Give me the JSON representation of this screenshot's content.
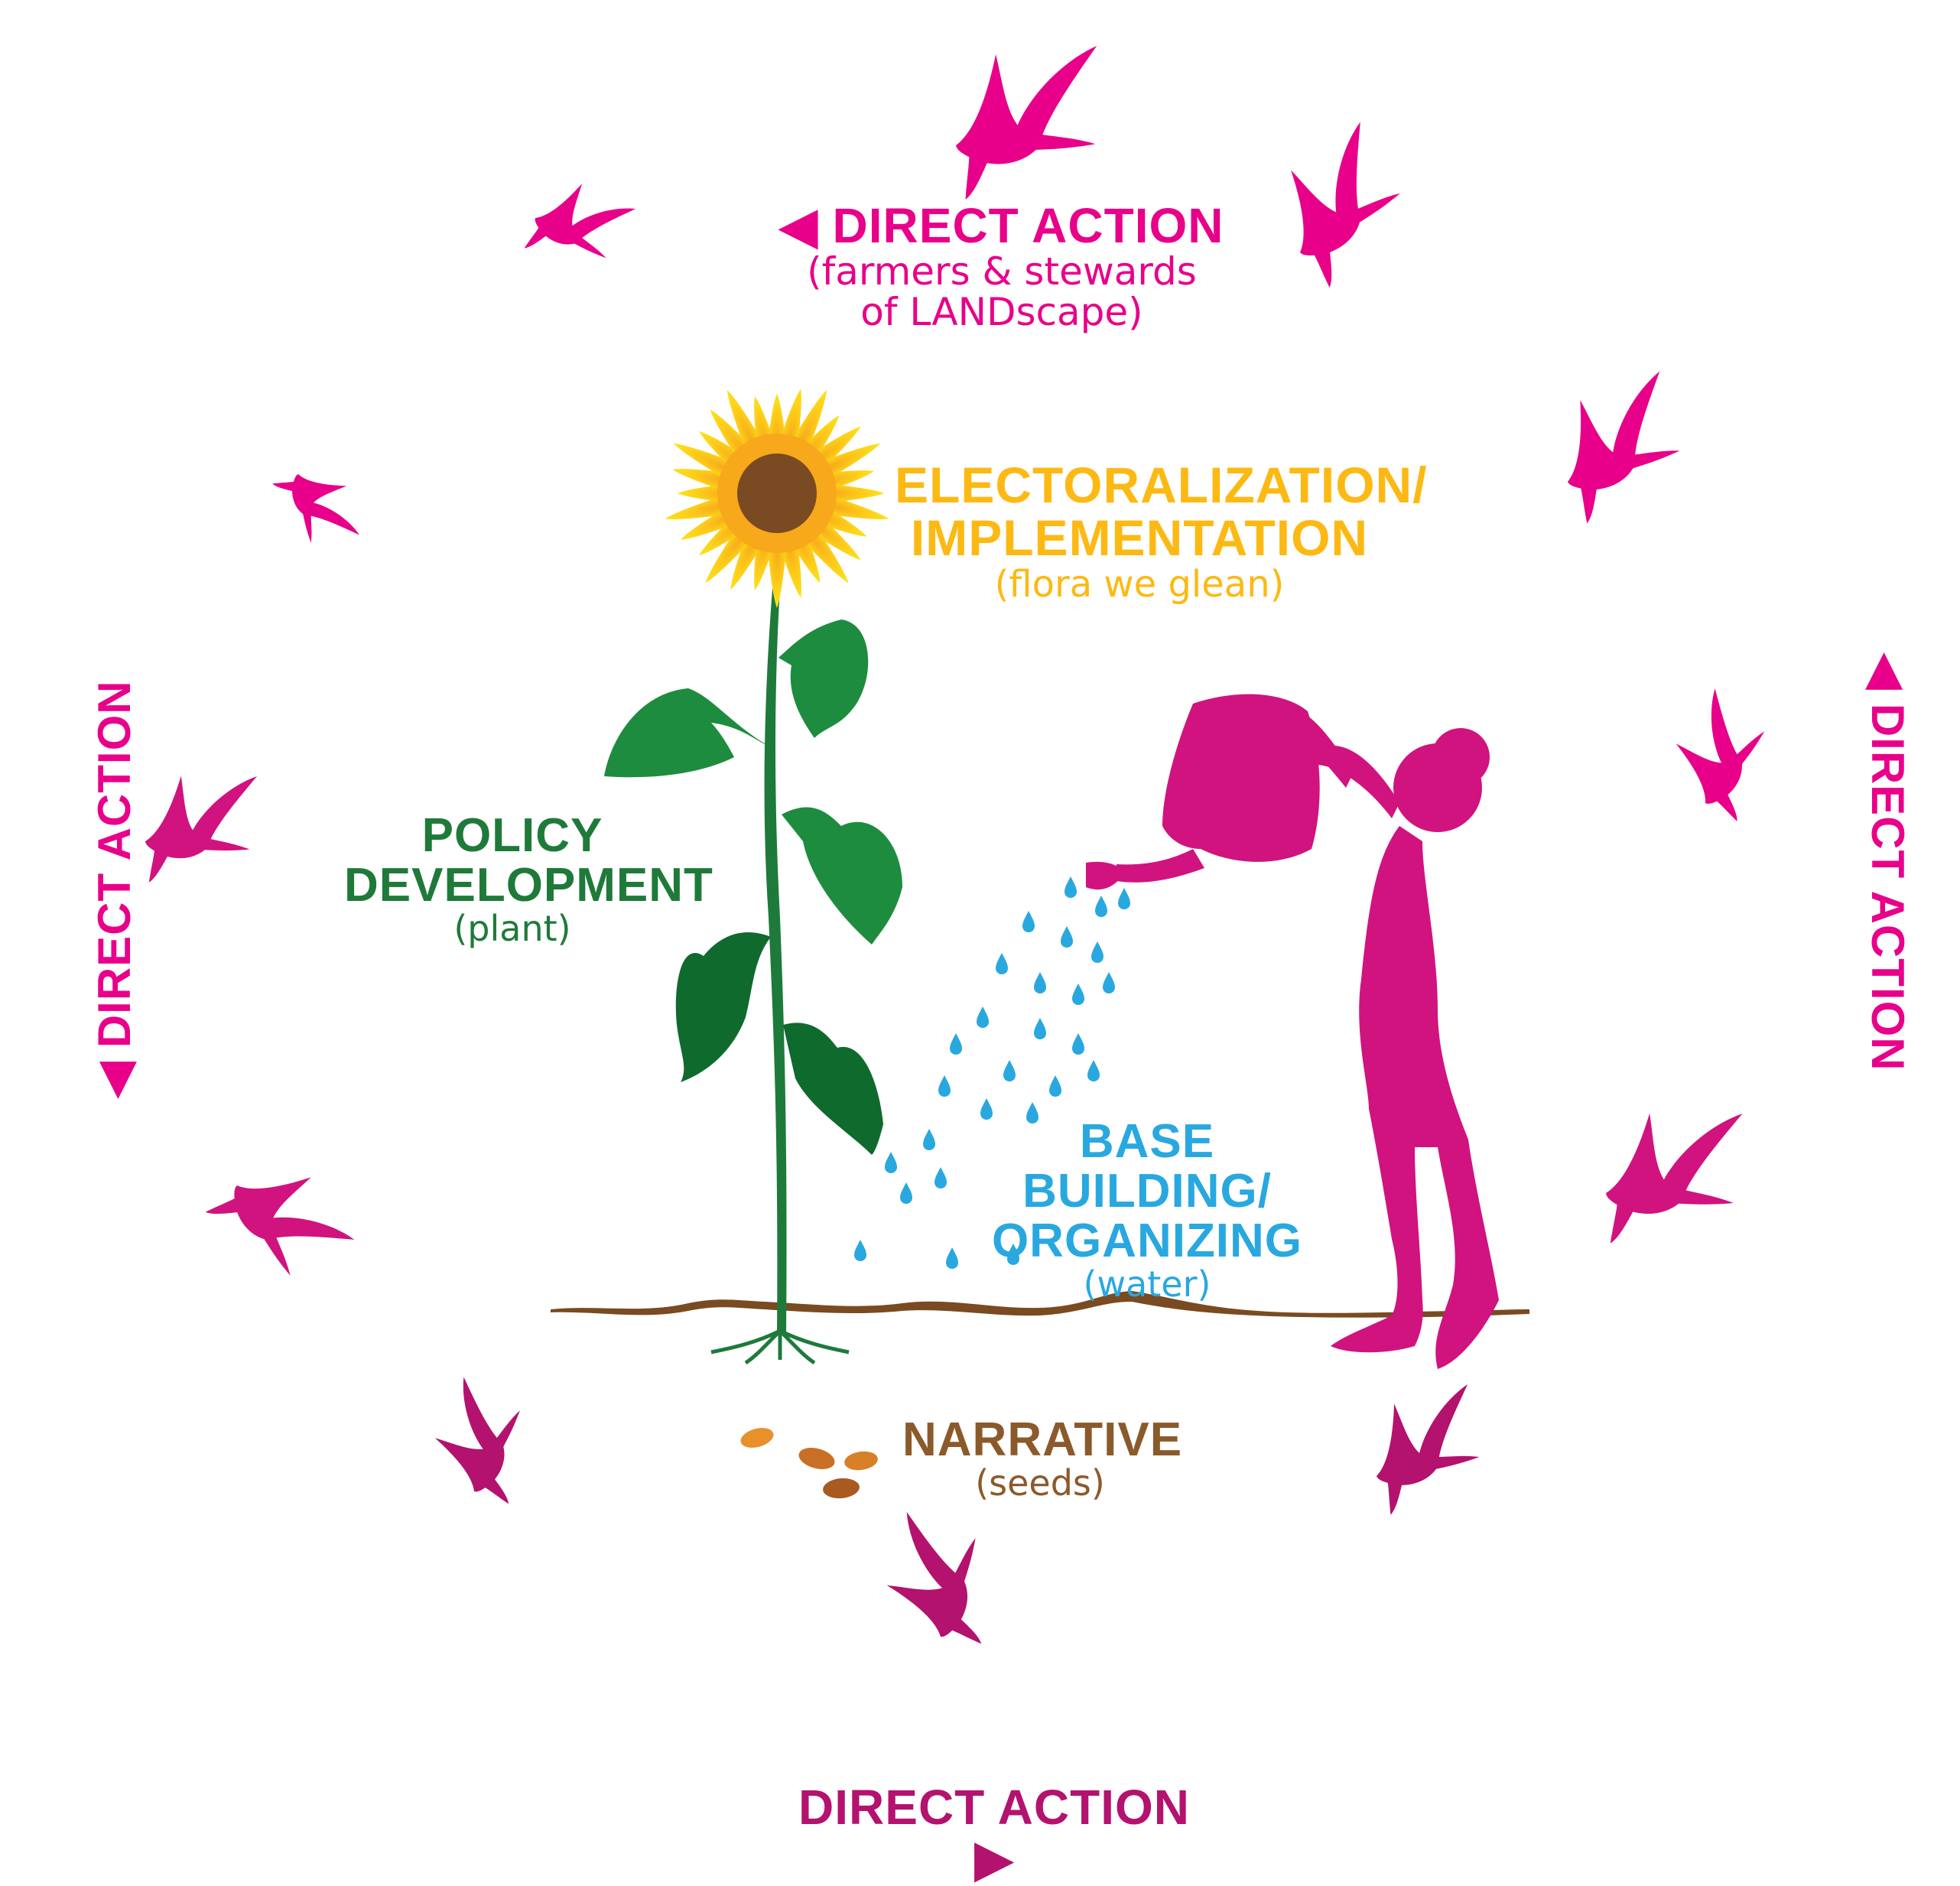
{
  "colors": {
    "direct_action": "#e8008a",
    "direct_action_dark": "#b3126f",
    "electoral": "#fdb913",
    "policy": "#1f7a3a",
    "leaf": "#1e8c3f",
    "base": "#29a8e0",
    "narrative": "#8b5a2b",
    "soil": "#7a4a20",
    "seed": "#e8902a",
    "flower_center": "#7a4a22"
  },
  "labels": {
    "top": {
      "heading": "DIRECT ACTION",
      "arrow": "◀",
      "line1": "(farmers & stewards",
      "line2": "of LANDscape)"
    },
    "left": {
      "heading": "DIRECT ACTION",
      "arrow": "◀"
    },
    "right": {
      "heading": "DIRECT ACTION",
      "arrow": "◀"
    },
    "bottom": {
      "heading": "DIRECT ACTION",
      "arrow": "▶"
    },
    "electoral": {
      "line1": "ELECTORALIZATION/",
      "line2": "IMPLEMENTATION",
      "sub": "(flora we glean)"
    },
    "policy": {
      "line1": "POLICY",
      "line2": "DEVELOPMENT",
      "sub": "(plant)"
    },
    "base": {
      "line1": "BASE BUILDING/",
      "line2": "ORGANIZING",
      "sub": "(water)"
    },
    "narrative": {
      "line1": "NARRATIVE",
      "sub": "(seeds)"
    }
  },
  "icons": {
    "sunflower": "sunflower-icon",
    "person": "person-watering-icon",
    "watering_can": "watering-can-icon",
    "bird": "bird-silhouette-icon",
    "penguin": "penguin-icon",
    "pelican": "pelican-icon",
    "duck": "duck-icon",
    "seed": "seed-icon",
    "drop": "water-drop-icon"
  }
}
